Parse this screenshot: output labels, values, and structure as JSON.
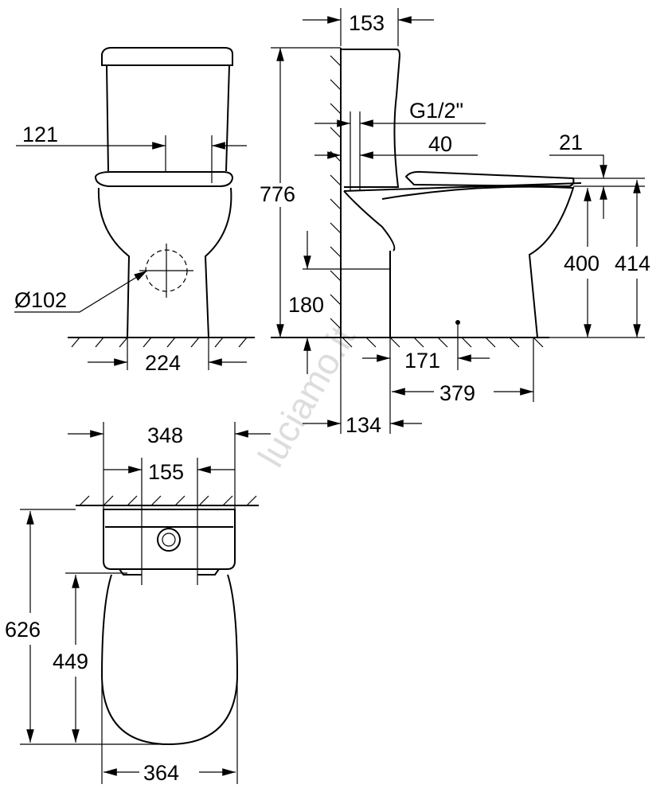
{
  "watermark": "luciamo.it",
  "front_view": {
    "tank_width_offset": "121",
    "outlet_diameter": "Ø102",
    "foot_width": "224"
  },
  "side_view": {
    "tank_depth": "153",
    "total_height": "776",
    "connection": "G1/2\"",
    "connection_offset": "40",
    "seat_thickness": "21",
    "bowl_height": "400",
    "seat_height": "414",
    "outlet_height": "180",
    "outlet_offset": "171",
    "bowl_depth": "379",
    "wall_offset": "134"
  },
  "top_view": {
    "tank_width": "348",
    "tank_inner": "155",
    "total_length": "626",
    "seat_length": "449",
    "seat_width": "364"
  }
}
